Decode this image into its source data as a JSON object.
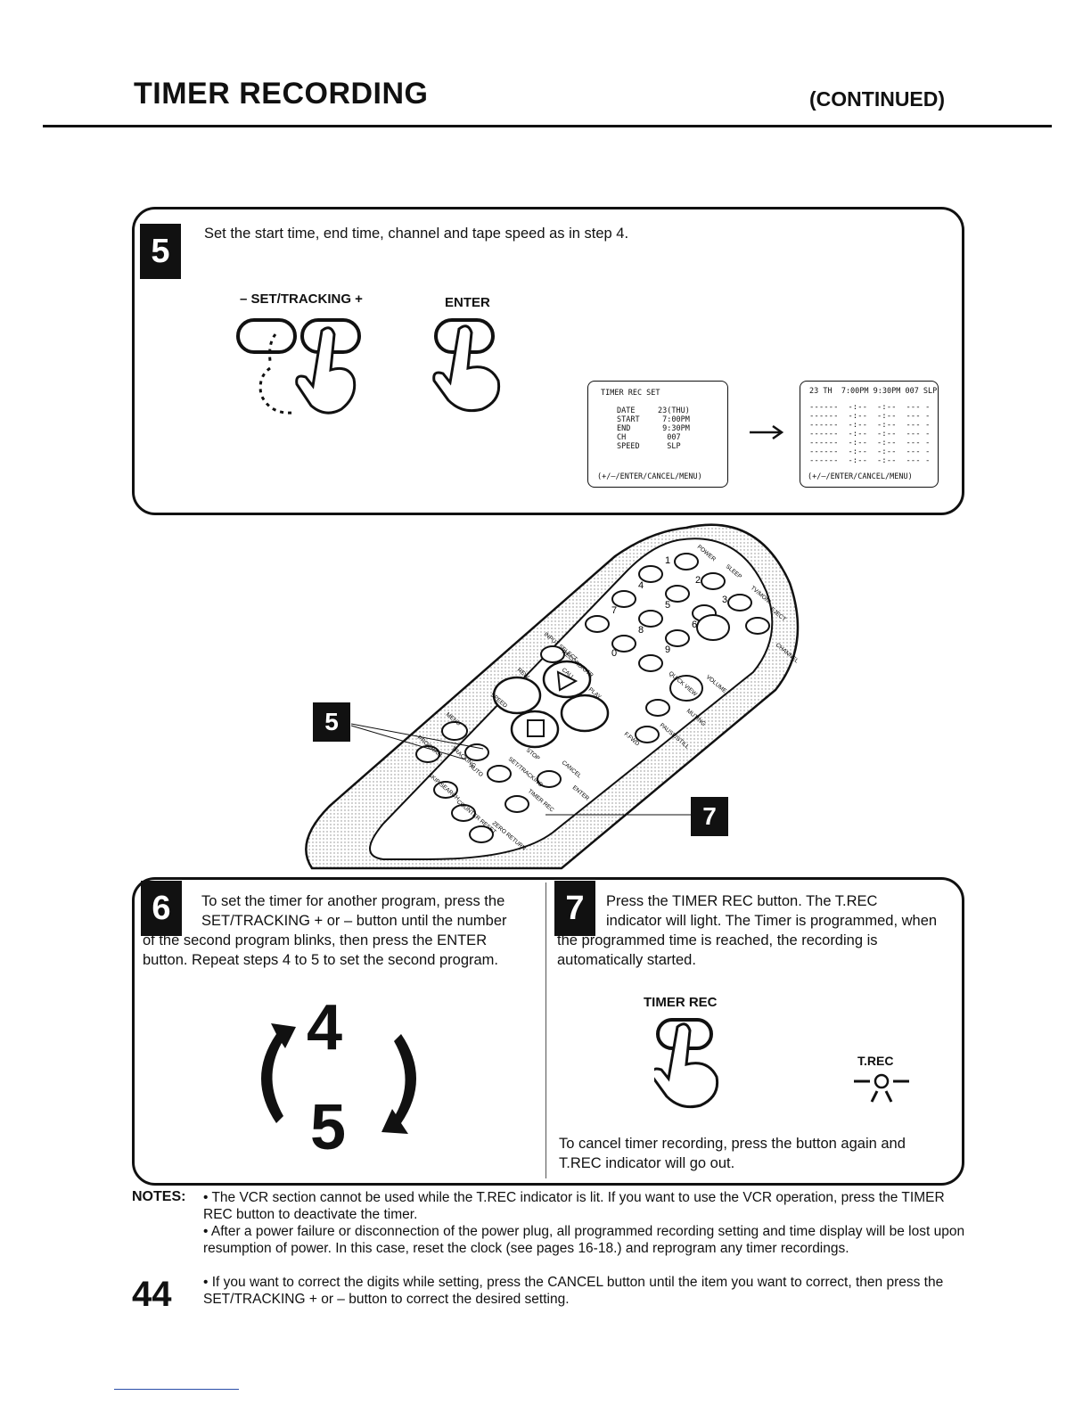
{
  "header": {
    "title": "TIMER RECORDING",
    "continued": "(CONTINUED)"
  },
  "step5": {
    "number": "5",
    "text": "Set the start time, end time, channel and tape speed as in step 4.",
    "set_tracking_label": "– SET/TRACKING +",
    "enter_label": "ENTER",
    "osd1": {
      "title": "TIMER REC SET",
      "rows": [
        "DATE     23(THU)",
        "START     7:00PM",
        "END       9:30PM",
        "CH         007",
        "SPEED      SLP"
      ],
      "footer": "(+/–/ENTER/CANCEL/MENU)"
    },
    "osd2": {
      "top": "23 TH  7:00PM 9:30PM 007 SLP",
      "footer": "(+/–/ENTER/CANCEL/MENU)"
    }
  },
  "remote": {
    "callout_5": "5",
    "callout_7": "7",
    "buttons": [
      "POWER",
      "SLEEP",
      "TV/MONI",
      "EJECT",
      "CHANNEL",
      "VOLUME",
      "MUTING",
      "INPUT SELECT",
      "CALL",
      "QUICK VIEW",
      "RECORD/OTR",
      "REW",
      "PLAY",
      "F.FWD",
      "STOP",
      "PAUSE/STILL",
      "SPEED",
      "MENU",
      "PROGRAM",
      "TRACKING",
      "AUTO",
      "SET/TRACKING",
      "CANCEL",
      "ENTER",
      "SKIP SEARCH",
      "COUNTER RESET",
      "TIMER REC",
      "ZERO RETURN"
    ],
    "digits": [
      "1",
      "2",
      "3",
      "4",
      "5",
      "6",
      "7",
      "8",
      "9",
      "0"
    ]
  },
  "step6": {
    "number": "6",
    "line1": "To set the timer for another program, press the",
    "line2": "SET/TRACKING + or – button until the number",
    "line3": "of the second program blinks, then press the ENTER",
    "line4": "button. Repeat steps 4 to 5 to set the second program.",
    "cycle_top": "4",
    "cycle_bottom": "5"
  },
  "step7": {
    "number": "7",
    "line1": "Press the TIMER REC button. The T.REC",
    "line2": "indicator will light. The Timer is programmed, when",
    "line3": "the programmed time is reached, the recording is",
    "line4": "automatically started.",
    "timer_rec_label": "TIMER REC",
    "trec_label": "T.REC",
    "cancel_line1": "To cancel timer recording, press the button again and",
    "cancel_line2": "T.REC indicator will go out."
  },
  "notes": {
    "label": "NOTES:",
    "items": [
      "• The VCR section cannot be used while the T.REC indicator is lit. If you want to use the VCR operation, press the TIMER REC button to deactivate the timer.",
      "• After a power failure or disconnection of the power plug, all programmed recording setting and time display will be lost upon resumption of power. In this case, reset the clock (see pages 16-18.) and reprogram any timer recordings.",
      "• If you want to correct the digits while setting, press the CANCEL button until the item you want to correct, then press the SET/TRACKING + or – button to correct the desired setting."
    ]
  },
  "page_number": "44"
}
